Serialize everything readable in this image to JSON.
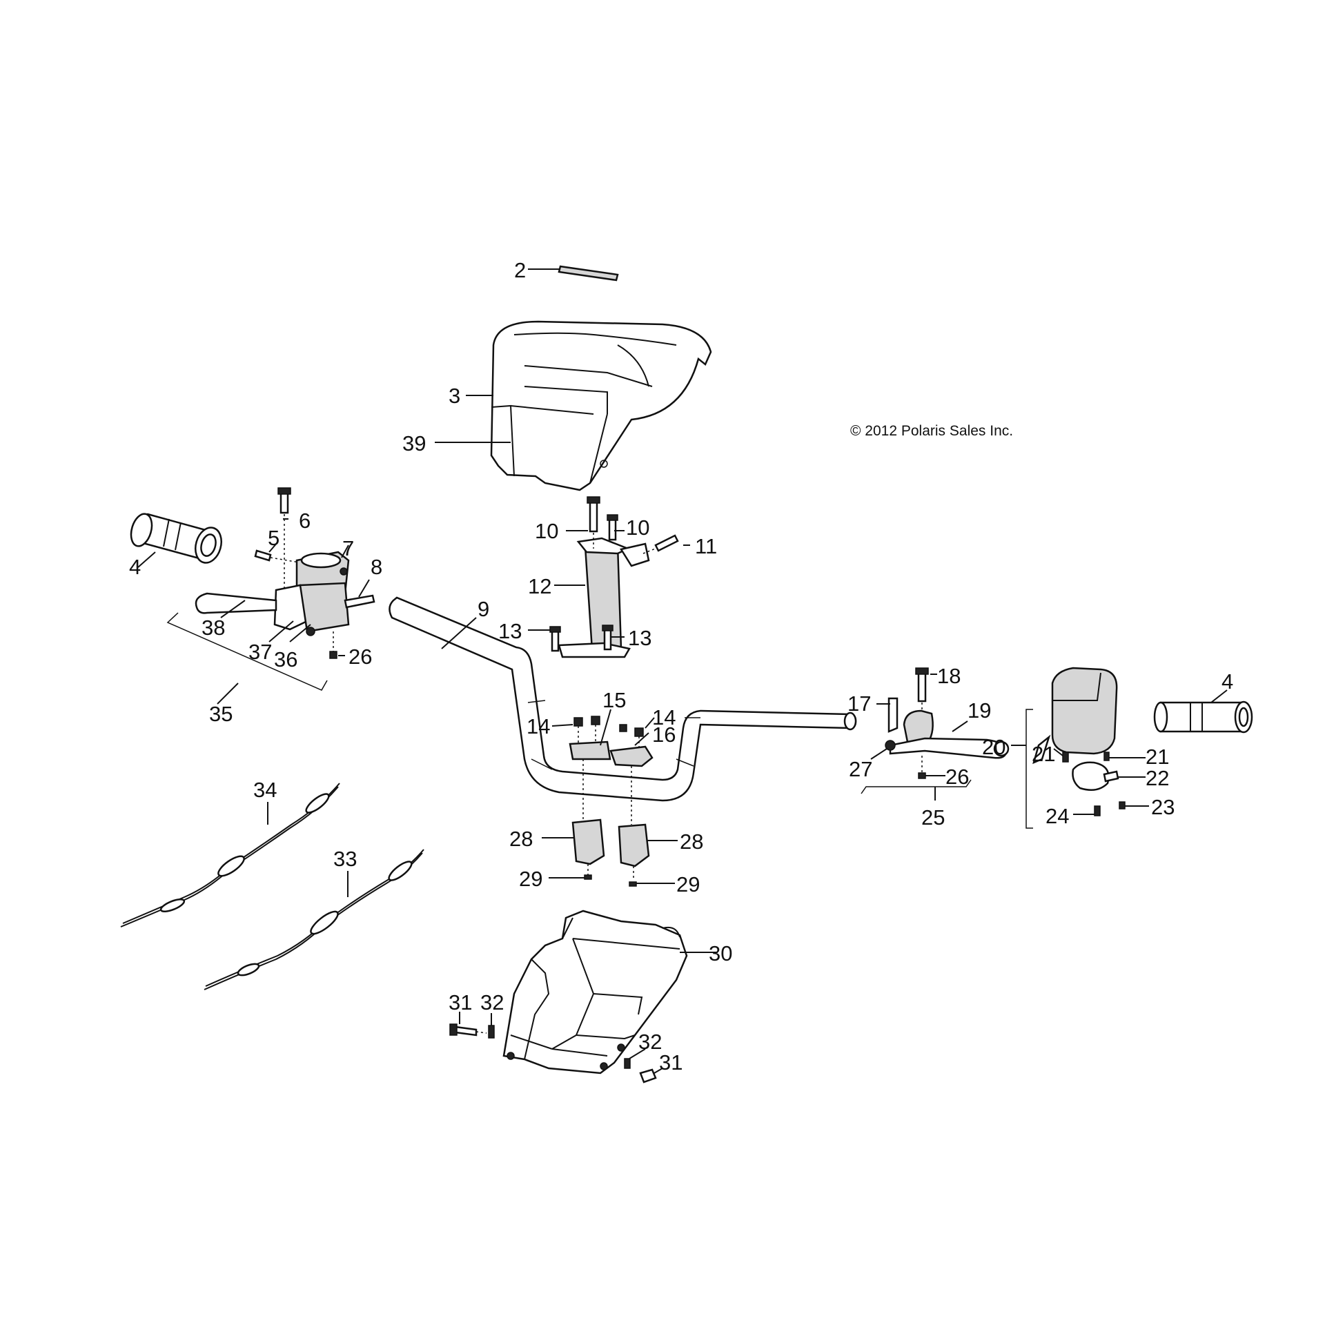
{
  "copyright": "© 2012 Polaris Sales Inc.",
  "callouts": {
    "c2": "2",
    "c3": "3",
    "c39": "39",
    "c4_left": "4",
    "c4_right": "4",
    "c5": "5",
    "c6": "6",
    "c7": "7",
    "c8": "8",
    "c38": "38",
    "c37": "37",
    "c36": "36",
    "c26_left": "26",
    "c35": "35",
    "c10_a": "10",
    "c10_b": "10",
    "c11": "11",
    "c12": "12",
    "c13_a": "13",
    "c13_b": "13",
    "c9": "9",
    "c14_a": "14",
    "c14_b": "14",
    "c15": "15",
    "c16": "16",
    "c28_a": "28",
    "c28_b": "28",
    "c29_a": "29",
    "c29_b": "29",
    "c34": "34",
    "c33": "33",
    "c30": "30",
    "c31_a": "31",
    "c31_b": "31",
    "c32_a": "32",
    "c32_b": "32",
    "c17": "17",
    "c18": "18",
    "c19": "19",
    "c27": "27",
    "c26_right": "26",
    "c25": "25",
    "c20": "20",
    "c21_a": "21",
    "c21_b": "21",
    "c22": "22",
    "c23": "23",
    "c24": "24"
  }
}
